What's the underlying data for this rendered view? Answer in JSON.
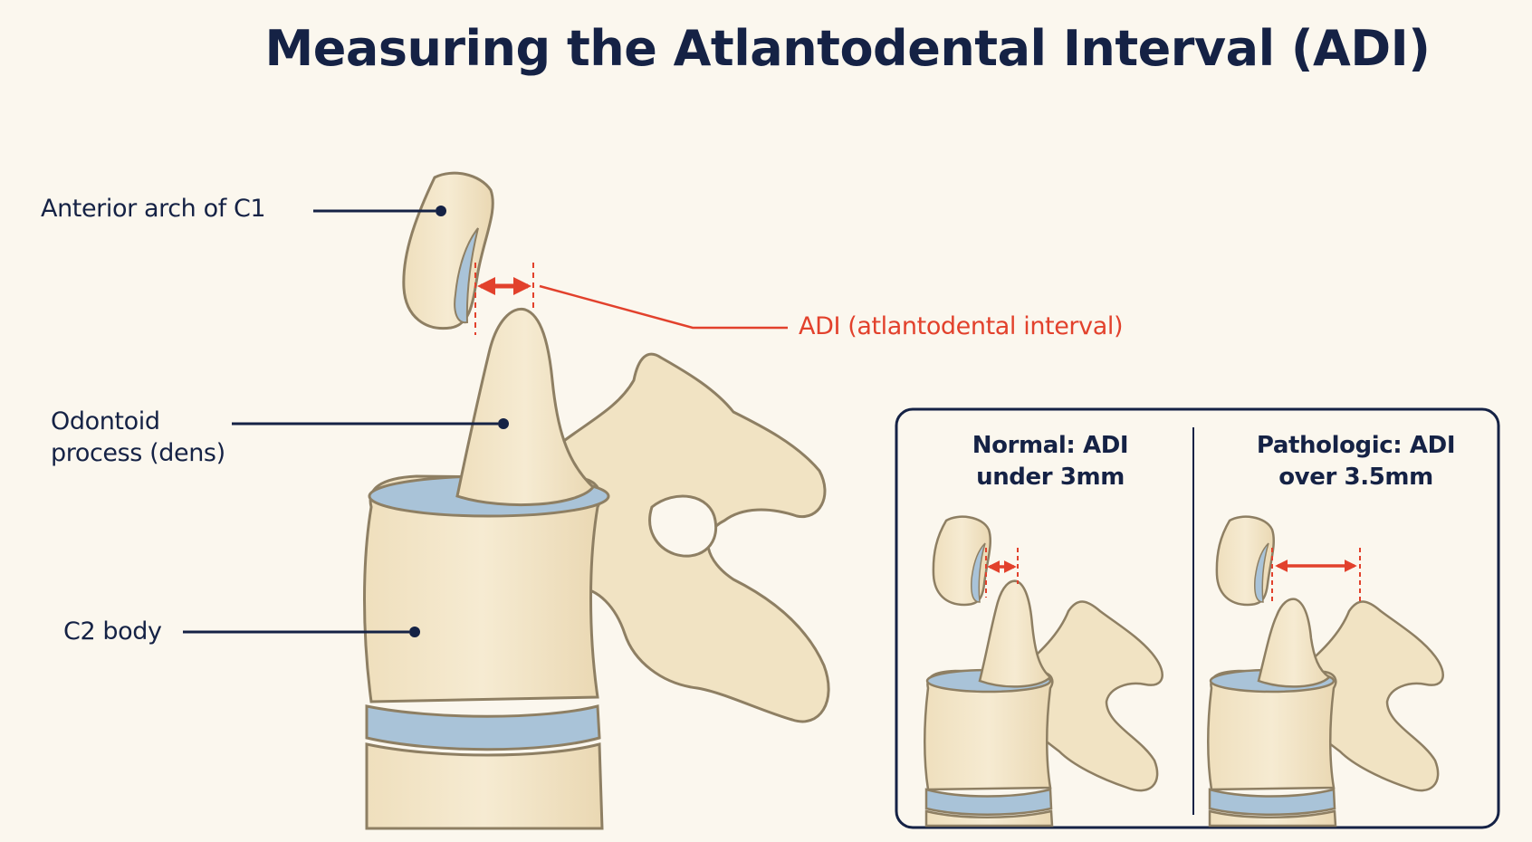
{
  "title": "Measuring the Atlantodental Interval (ADI)",
  "labels": {
    "anterior_arch": "Anterior arch of C1",
    "adi": "ADI (atlantodental interval)",
    "odontoid_line1": "Odontoid",
    "odontoid_line2": "process (dens)",
    "c2_body": "C2 body"
  },
  "comparison": {
    "normal_line1": "Normal: ADI",
    "normal_line2": "under 3mm",
    "pathologic_line1": "Pathologic: ADI",
    "pathologic_line2": "over 3.5mm"
  },
  "colors": {
    "bone": "#f3e6c8",
    "bone_outline": "#8e7f63",
    "cartilage": "#a9c3d8",
    "measure": "#e2412c",
    "ink": "#152245"
  }
}
